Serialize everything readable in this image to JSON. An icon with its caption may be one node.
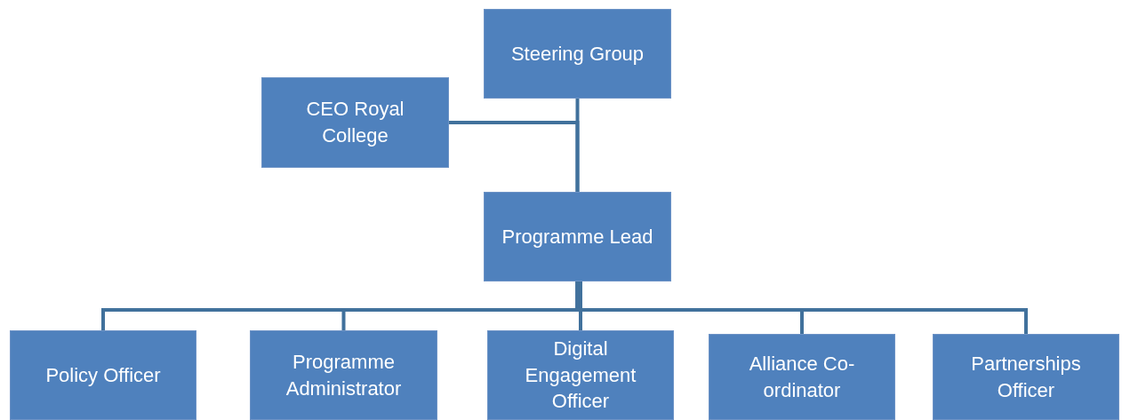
{
  "diagram": {
    "nodes": [
      {
        "text": [
          "Steering Group"
        ]
      },
      {
        "text": [
          "CEO Royal College"
        ]
      },
      {
        "text": [
          "Programme Lead"
        ]
      },
      {
        "text": [
          "Policy Officer"
        ]
      },
      {
        "text": [
          "Programme Administrator"
        ]
      },
      {
        "text": [
          "Digital Engagement Officer"
        ]
      },
      {
        "text": [
          "Alliance Co-ordinator"
        ]
      },
      {
        "text": [
          "Partnerships Officer"
        ]
      }
    ],
    "edges": [
      {
        "from": 0,
        "to": 2,
        "arrow": "none"
      },
      {
        "from": 1,
        "to": 2,
        "arrow": "none"
      },
      {
        "from": 2,
        "to": 3,
        "arrow": "none"
      },
      {
        "from": 2,
        "to": 4,
        "arrow": "none"
      },
      {
        "from": 2,
        "to": 5,
        "arrow": "none"
      },
      {
        "from": 2,
        "to": 6,
        "arrow": "none"
      },
      {
        "from": 2,
        "to": 7,
        "arrow": "none"
      }
    ]
  }
}
